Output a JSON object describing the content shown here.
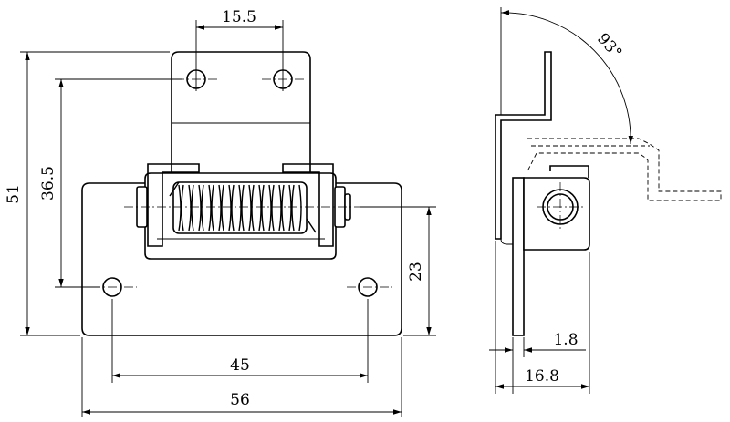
{
  "colors": {
    "line": "#000000",
    "background": "#ffffff"
  },
  "dimensions": {
    "hole_spacing_top": "15.5",
    "overall_height": "51",
    "hole_to_hole_height": "36.5",
    "hole_to_axis_height": "23",
    "base_hole_spacing": "45",
    "overall_width": "56",
    "thickness": "1.8",
    "side_depth": "16.8",
    "angle": "93°"
  }
}
